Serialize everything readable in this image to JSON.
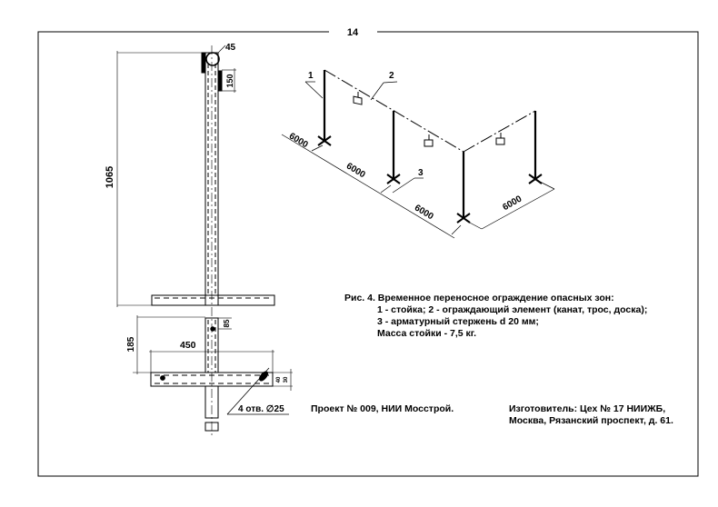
{
  "page_number": "14",
  "post_drawing": {
    "dim_height": "1065",
    "dim_pipe": "45",
    "dim_top": "150",
    "dim_base_height": "185",
    "dim_base_width": "450",
    "dim_hole_offset": "85",
    "dim_plate_40": "40",
    "dim_plate_30": "30",
    "holes_note": "4 отв. ∅25"
  },
  "iso_drawing": {
    "callout_1": "1",
    "callout_2": "2",
    "callout_3": "3",
    "spacing_labels": [
      "6000",
      "6000",
      "6000",
      "6000"
    ]
  },
  "caption": {
    "title": "Рис. 4. Временное переносное ограждение опасных зон:",
    "line1": "1 - стойка; 2 - ограждающий элемент (канат, трос, доска);",
    "line2": "3 - арматурный стержень d 20 мм;",
    "line3": "Масса стойки - 7,5 кг."
  },
  "footer": {
    "project": "Проект № 009, НИИ Мосстрой.",
    "maker_line1": "Изготовитель: Цех № 17 НИИЖБ,",
    "maker_line2": "Москва, Рязанский проспект, д. 61."
  }
}
